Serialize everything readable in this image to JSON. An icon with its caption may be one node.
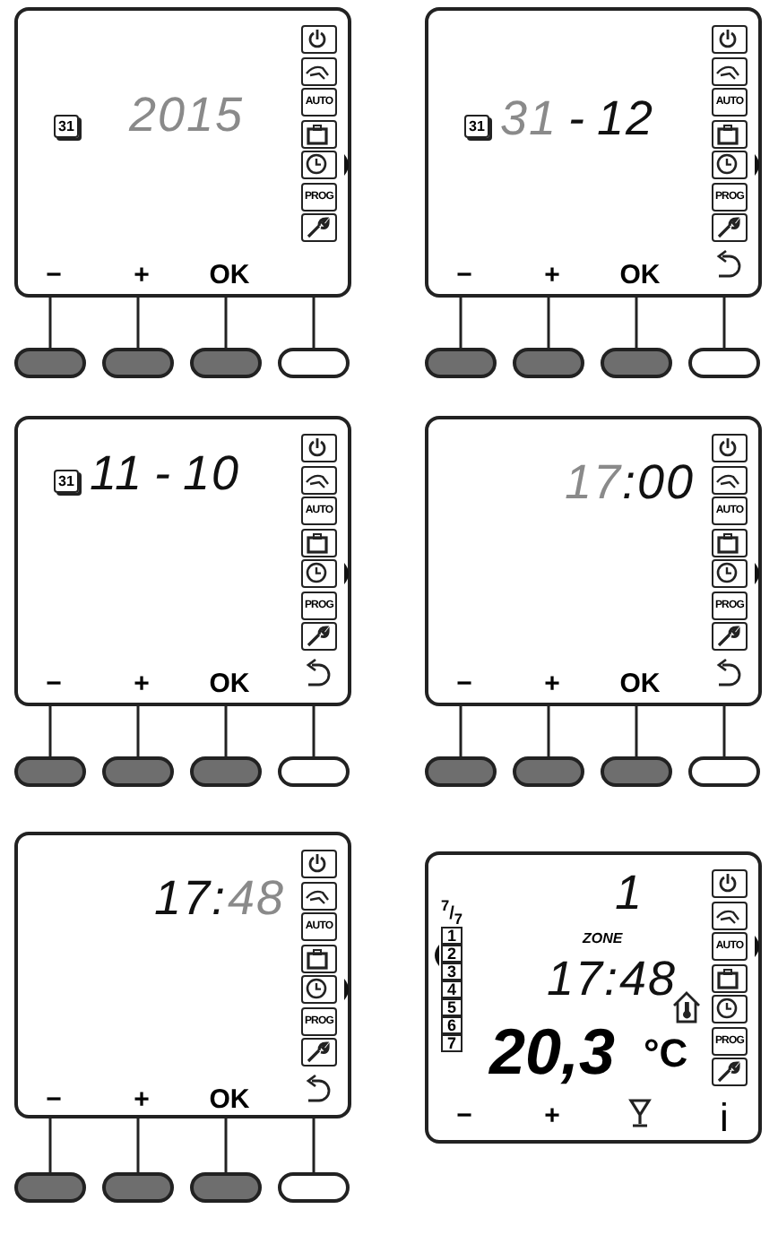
{
  "diagram": {
    "nodes": [
      {
        "text": [
          "AUTO",
          "PROG",
          "31",
          "2015",
          "−",
          "+",
          "OK"
        ]
      },
      {
        "text": [],
        "shape": "bar"
      },
      {
        "text": [],
        "shape": "bar"
      },
      {
        "text": [],
        "shape": "bar"
      },
      {
        "text": [],
        "shape": "bar"
      },
      {
        "text": [
          "AUTO",
          "PROG",
          "31",
          "31",
          "-",
          "12",
          "−",
          "+",
          "OK"
        ]
      },
      {
        "text": [],
        "shape": "bar"
      },
      {
        "text": [],
        "shape": "bar"
      },
      {
        "text": [],
        "shape": "bar"
      },
      {
        "text": [],
        "shape": "bar"
      },
      {
        "text": [
          "AUTO",
          "PROG",
          "31",
          "11",
          "-",
          "10",
          "−",
          "+",
          "OK"
        ]
      },
      {
        "text": [],
        "shape": "bar"
      },
      {
        "text": [],
        "shape": "bar"
      },
      {
        "text": [],
        "shape": "bar"
      },
      {
        "text": [],
        "shape": "bar"
      },
      {
        "text": [
          "AUTO",
          "PROG",
          "17",
          ":00",
          "−",
          "+",
          "OK"
        ]
      },
      {
        "text": [],
        "shape": "bar"
      },
      {
        "text": [],
        "shape": "bar"
      },
      {
        "text": [],
        "shape": "bar"
      },
      {
        "text": [],
        "shape": "bar"
      },
      {
        "text": [
          "AUTO",
          "PROG",
          "17:",
          "48",
          "−",
          "+",
          "OK"
        ]
      },
      {
        "text": [],
        "shape": "bar"
      },
      {
        "text": [],
        "shape": "bar"
      },
      {
        "text": [],
        "shape": "bar"
      },
      {
        "text": [],
        "shape": "bar"
      },
      {
        "text": [
          "AUTO",
          "PROG",
          "$^{7}$/$_{7}$",
          "1",
          "2",
          "3",
          "4",
          "5",
          "6",
          "7",
          "1",
          "ZONE",
          "17:48",
          "20,3",
          "°C",
          "−",
          "+",
          "i"
        ]
      }
    ],
    "edges": [
      {
        "from": 0,
        "to": 1,
        "arrow": "none"
      },
      {
        "from": 0,
        "to": 2,
        "arrow": "none"
      },
      {
        "from": 0,
        "to": 3,
        "arrow": "none"
      },
      {
        "from": 0,
        "to": 4,
        "arrow": "none"
      },
      {
        "from": 5,
        "to": 6,
        "arrow": "none"
      },
      {
        "from": 5,
        "to": 7,
        "arrow": "none"
      },
      {
        "from": 5,
        "to": 8,
        "arrow": "none"
      },
      {
        "from": 5,
        "to": 9,
        "arrow": "none"
      },
      {
        "from": 10,
        "to": 11,
        "arrow": "none"
      },
      {
        "from": 10,
        "to": 12,
        "arrow": "none"
      },
      {
        "from": 10,
        "to": 13,
        "arrow": "none"
      },
      {
        "from": 10,
        "to": 14,
        "arrow": "none"
      },
      {
        "from": 15,
        "to": 16,
        "arrow": "none"
      },
      {
        "from": 15,
        "to": 17,
        "arrow": "none"
      },
      {
        "from": 15,
        "to": 18,
        "arrow": "none"
      },
      {
        "from": 15,
        "to": 19,
        "arrow": "none"
      },
      {
        "from": 20,
        "to": 21,
        "arrow": "none"
      },
      {
        "from": 20,
        "to": 22,
        "arrow": "none"
      },
      {
        "from": 20,
        "to": 23,
        "arrow": "none"
      },
      {
        "from": 20,
        "to": 24,
        "arrow": "none"
      }
    ]
  }
}
